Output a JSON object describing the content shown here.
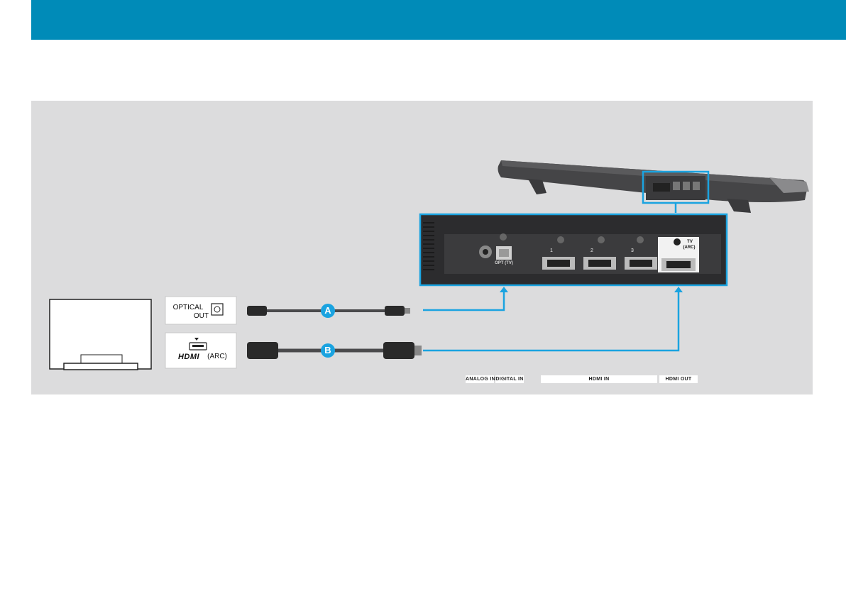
{
  "colors": {
    "header": "#008bb8",
    "panel": "#dcdcdd",
    "accent": "#1aa3e0",
    "soundbar": "#3d3d3f",
    "cable": "#4a4a4c"
  },
  "tv_ports": {
    "optical_line1": "OPTICAL",
    "optical_line2": "OUT",
    "hdmi_logo": "HDMI",
    "hdmi_arc": "(ARC)"
  },
  "soundbar_ports": {
    "opt_tv": "OPT (TV)",
    "analog_in": "ANALOG IN",
    "digital_in": "DIGITAL IN",
    "hdmi_in": "HDMI IN",
    "hdmi_out": "HDMI OUT",
    "tv_arc_line1": "TV",
    "tv_arc_line2": "(ARC)",
    "hdmi_in_ports": [
      "1",
      "2",
      "3"
    ]
  },
  "cables": {
    "optical_badge": "A",
    "hdmi_badge": "B"
  },
  "icons": [
    "tv-icon",
    "optical-port-icon",
    "hdmi-port-icon",
    "optical-cable-icon",
    "hdmi-cable-icon",
    "soundbar-icon"
  ]
}
